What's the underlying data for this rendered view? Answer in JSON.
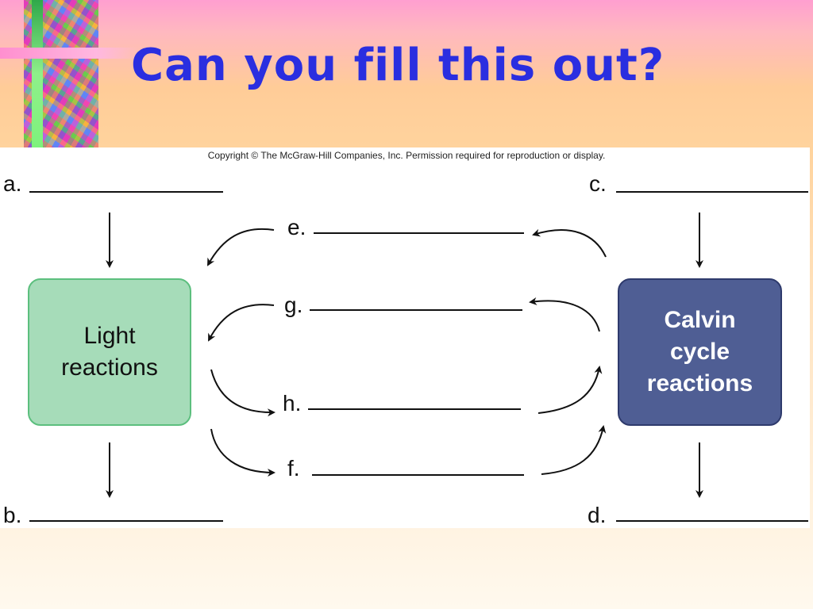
{
  "slide": {
    "title": "Can you fill this out?"
  },
  "figure": {
    "copyright": "Copyright © The McGraw-Hill Companies, Inc. Permission required for reproduction or display.",
    "boxes": {
      "light_reactions": "Light reactions",
      "calvin_cycle": "Calvin cycle reactions"
    },
    "blanks": {
      "a": "a.",
      "b": "b.",
      "c": "c.",
      "d": "d.",
      "e": "e.",
      "f": "f.",
      "g": "g.",
      "h": "h."
    },
    "colors": {
      "light_box_fill": "#a6dcb9",
      "light_box_border": "#5cbf7e",
      "calvin_box_fill": "#4f5e94",
      "title_color": "#2a2ee0"
    }
  }
}
